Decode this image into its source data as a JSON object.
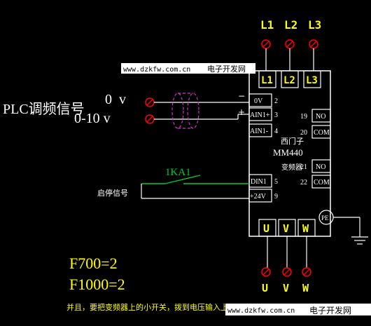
{
  "colors": {
    "background": "#000000",
    "wire": "#ffffff",
    "box": "#ffffff",
    "label": "#ffffff",
    "phase": "#ffff00",
    "terminal": "#ff0000",
    "shield": "#cc33cc",
    "relay": "#00cc33",
    "notes": "#ffff00",
    "watermark_bg": "#ffffff",
    "watermark_text": "#000000"
  },
  "diagram": {
    "supply_labels": [
      "L1",
      "L2",
      "L3"
    ],
    "inverter_input_labels": [
      "L1",
      "L2",
      "L3"
    ],
    "output_labels": [
      "U",
      "V",
      "W"
    ],
    "motor_labels": [
      "U",
      "V",
      "W"
    ],
    "plc_label": "PLC调频信号",
    "signal_zero": "0  v",
    "signal_range": "0-10 v",
    "minus_sign": "−",
    "plus_sign": "+",
    "term_0v": "0V",
    "term_ain1p": "AIN1+",
    "term_ain1m": "AIN1-",
    "term_din1": "DIN1",
    "term_24v": "+24V",
    "pin_2": "2",
    "pin_3": "3",
    "pin_4": "4",
    "pin_5": "5",
    "pin_9": "9",
    "pin_19": "19",
    "pin_20": "20",
    "pin_21": "21",
    "pin_22": "22",
    "relay_no1": "NO",
    "relay_com1": "COM",
    "relay_no2": "NO",
    "relay_com2": "COM",
    "brand": "西门子",
    "model": "MM440",
    "device": "变频器",
    "relay_name": "1KA1",
    "start_stop_label": "启停信号",
    "pe_label": "PE",
    "param1": "F700=2",
    "param2": "F1000=2",
    "note": "并且，要把变频器上的小开关，拨到电压输入上"
  },
  "watermarks": [
    {
      "url": "www.dzkfw.com.cn",
      "site": "电子开发网"
    },
    {
      "url": "www.dzkfw.com.cn",
      "site": "电子开发网"
    }
  ]
}
